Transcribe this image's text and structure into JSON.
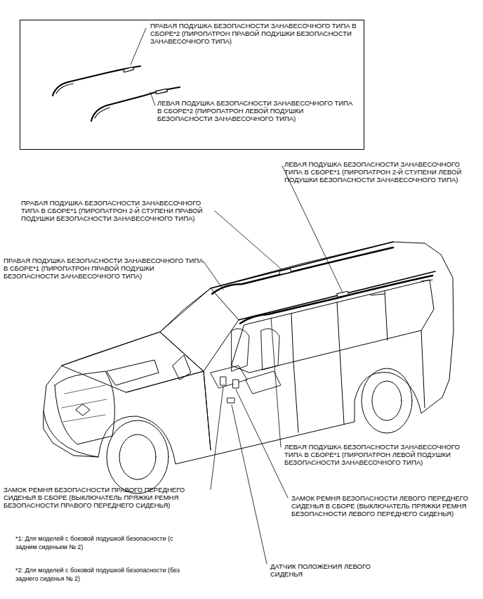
{
  "diagram": {
    "nodes": [
      {
        "text": [
          "ПРАВАЯ ПОДУШКА БЕЗОПАСНОСТИ ЗАНАВЕСОЧНОГО ТИПА В СБОРЕ*2 (ПИРОПАТРОН ПРАВОЙ ПОДУШКИ БЕЗОПАСНОСТИ ЗАНАВЕСОЧНОГО ТИПА)",
          "ЛЕВАЯ ПОДУШКА БЕЗОПАСНОСТИ ЗАНАВЕСОЧНОГО ТИПА В СБОРЕ*2 (ПИРОПАТРОН ЛЕВОЙ ПОДУШКИ БЕЗОПАСНОСТИ ЗАНАВЕСОЧНОГО ТИПА)"
        ]
      }
    ],
    "labels": [
      "ЛЕВАЯ ПОДУШКА БЕЗОПАСНОСТИ ЗАНАВЕСОЧНОГО ТИПА В СБОРЕ*1 (ПИРОПАТРОН 2-Й СТУПЕНИ ЛЕВОЙ ПОДУШКИ БЕЗОПАСНОСТИ ЗАНАВЕСОЧНОГО ТИПА)",
      "ПРАВАЯ ПОДУШКА БЕЗОПАСНОСТИ ЗАНАВЕСОЧНОГО ТИПА В СБОРЕ*1 (ПИРОПАТРОН 2-Й СТУПЕНИ ПРАВОЙ ПОДУШКИ БЕЗОПАСНОСТИ ЗАНАВЕСОЧНОГО ТИПА)",
      "ПРАВАЯ ПОДУШКА БЕЗОПАСНОСТИ ЗАНАВЕСОЧНОГО ТИПА В СБОРЕ*1 (ПИРОПАТРОН ПРАВОЙ ПОДУШКИ БЕЗОПАСНОСТИ ЗАНАВЕСОЧНОГО ТИПА)",
      "ЛЕВАЯ ПОДУШКА БЕЗОПАСНОСТИ ЗАНАВЕСОЧНОГО ТИПА В СБОРЕ*1 (ПИРОПАТРОН ЛЕВОЙ ПОДУШКИ БЕЗОПАСНОСТИ ЗАНАВЕСОЧНОГО ТИПА)",
      "ЗАМОК РЕМНЯ БЕЗОПАСНОСТИ ПРАВОГО ПЕРЕДНЕГО СИДЕНЬЯ В СБОРЕ (ВЫКЛЮЧАТЕЛЬ ПРЯЖКИ РЕМНЯ БЕЗОПАСНОСТИ ПРАВОГО ПЕРЕДНЕГО СИДЕНЬЯ)",
      "ЗАМОК РЕМНЯ БЕЗОПАСНОСТИ ЛЕВОГО ПЕРЕДНЕГО СИДЕНЬЯ В СБОРЕ (ВЫКЛЮЧАТЕЛЬ ПРЯЖКИ РЕМНЯ БЕЗОПАСНОСТИ ЛЕВОГО ПЕРЕДНЕГО СИДЕНЬЯ)",
      "*1: Для моделей с боковой подушкой безопасности (с задним сиденьем № 2)",
      "*2: Для моделей с боковой подушкой безопасности (без заднего сиденья № 2)",
      "ДАТЧИК ПОЛОЖЕНИЯ ЛЕВОГО СИДЕНЬЯ"
    ]
  }
}
